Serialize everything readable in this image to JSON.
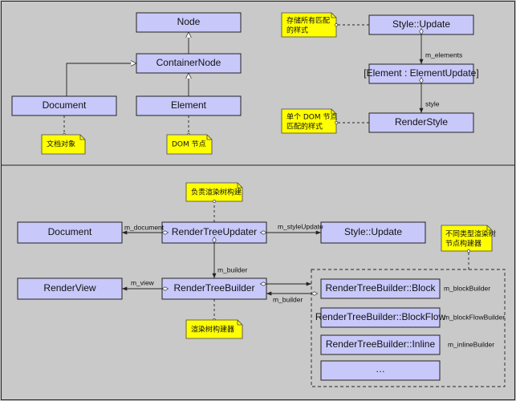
{
  "classes": {
    "node": "Node",
    "container_node": "ContainerNode",
    "document_top": "Document",
    "element": "Element",
    "style_update_top": "Style::Update",
    "element_update": "[Element : ElementUpdate]",
    "render_style": "RenderStyle",
    "document_bottom": "Document",
    "render_tree_updater": "RenderTreeUpdater",
    "style_update_bottom": "Style::Update",
    "render_view": "RenderView",
    "render_tree_builder": "RenderTreeBuilder",
    "rtb_block": "RenderTreeBuilder::Block",
    "rtb_block_flow": "RenderTreeBuilder::BlockFlow",
    "rtb_inline": "RenderTreeBuilder::Inline",
    "rtb_more": "…"
  },
  "notes": {
    "doc_object": "文档对象",
    "dom_node": "DOM 节点",
    "style_store_1": "存储所有匹配",
    "style_store_2": "的样式",
    "single_dom_1": "单个 DOM 节点",
    "single_dom_2": "匹配的样式",
    "updater_role": "负责渲染树构建",
    "builder_role": "渲染树构建器",
    "sub_builders_1": "不同类型渲染树",
    "sub_builders_2": "节点构建器"
  },
  "relations": {
    "m_elements": "m_elements",
    "style": "style",
    "m_document": "m_document",
    "m_styleUpdate": "m_styleUpdate",
    "m_builder_down": "m_builder",
    "m_view": "m_view",
    "m_builder_back": "m_builder",
    "m_blockBuilder": "m_blockBuilder",
    "m_blockFlowBuilder": "m_blockFlowBuilder",
    "m_inlineBuilder": "m_inlineBuilder"
  }
}
